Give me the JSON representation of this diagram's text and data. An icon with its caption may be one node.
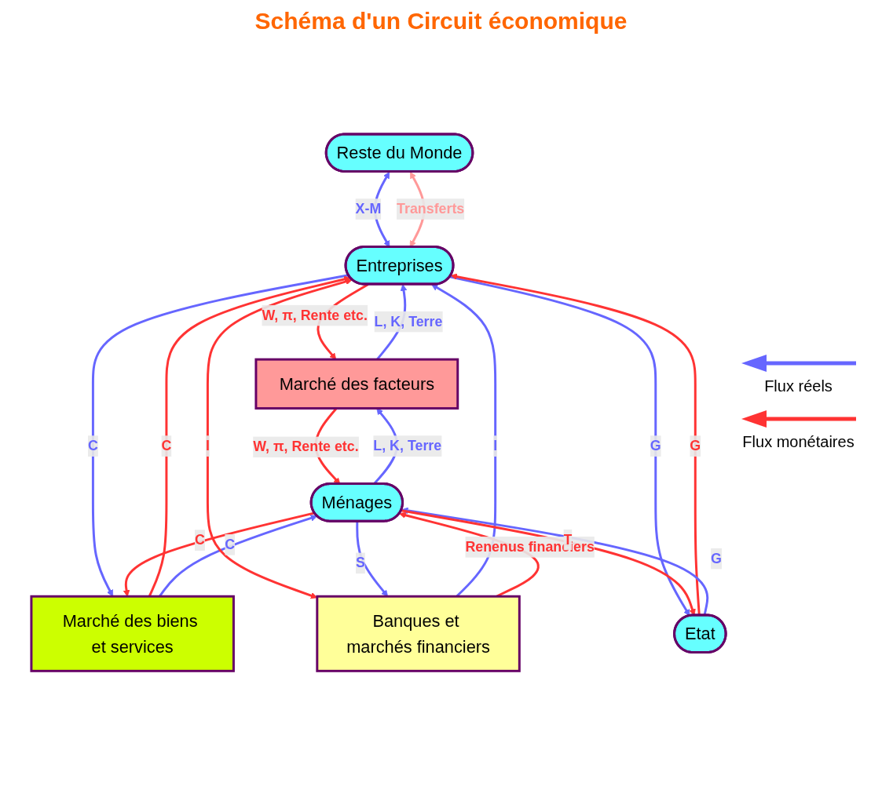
{
  "diagram": {
    "title": "Schéma d'un Circuit économique",
    "nodes": [
      {
        "text": [
          "Reste du Monde"
        ]
      },
      {
        "text": [
          "Marché des facteurs"
        ]
      },
      {
        "text": [
          "Entreprises"
        ]
      },
      {
        "text": [
          "Ménages"
        ]
      },
      {
        "text": [
          "Marché des biens et services"
        ]
      },
      {
        "text": [
          "Banques et marchés financiers"
        ]
      },
      {
        "text": [
          "Etat"
        ]
      }
    ],
    "edges": [
      {
        "from": 0,
        "to": 2,
        "arrow": "both",
        "label": "X-M"
      },
      {
        "from": 0,
        "to": 2,
        "arrow": "both",
        "label": "Transferts",
        "color": "#ff9999"
      },
      {
        "from": 1,
        "to": 2,
        "arrow": "to",
        "label": "L, K, Terre"
      },
      {
        "from": 2,
        "to": 1,
        "arrow": "to",
        "label": "W,  π, Rente etc.",
        "color": "#ff3333"
      },
      {
        "from": 3,
        "to": 1,
        "arrow": "to",
        "label": "L, K, Terre"
      },
      {
        "from": 1,
        "to": 3,
        "arrow": "to",
        "label": "W,  π, Rente etc.",
        "color": "#ff3333"
      },
      {
        "from": 2,
        "to": 4,
        "arrow": "to",
        "label": "C"
      },
      {
        "from": 4,
        "to": 2,
        "arrow": "to",
        "label": "C",
        "color": "#ff3333"
      },
      {
        "from": 4,
        "to": 3,
        "arrow": "to",
        "label": "C"
      },
      {
        "from": 3,
        "to": 4,
        "arrow": "to",
        "label": "C",
        "color": "#ff3333"
      },
      {
        "from": 5,
        "to": 2,
        "arrow": "to",
        "label": "I"
      },
      {
        "from": 2,
        "to": 5,
        "arrow": "both",
        "label": "I",
        "color": "#ff3333"
      },
      {
        "from": 2,
        "to": 6,
        "arrow": "to",
        "label": "G"
      },
      {
        "from": 6,
        "to": 2,
        "arrow": "to",
        "label": "G",
        "color": "#ff3333"
      },
      {
        "from": 3,
        "to": 5,
        "arrow": "to",
        "label": "S"
      },
      {
        "from": 5,
        "to": 3,
        "arrow": "to",
        "label": "Renenus financiers",
        "color": "#ff3333"
      },
      {
        "from": 6,
        "to": 3,
        "arrow": "to",
        "label": "G"
      },
      {
        "from": 3,
        "to": 6,
        "arrow": "to",
        "label": "T",
        "color": "#ff3333"
      }
    ],
    "legend": [
      {
        "text": "Flux réels"
      },
      {
        "text": "Flux monétaires"
      }
    ]
  }
}
